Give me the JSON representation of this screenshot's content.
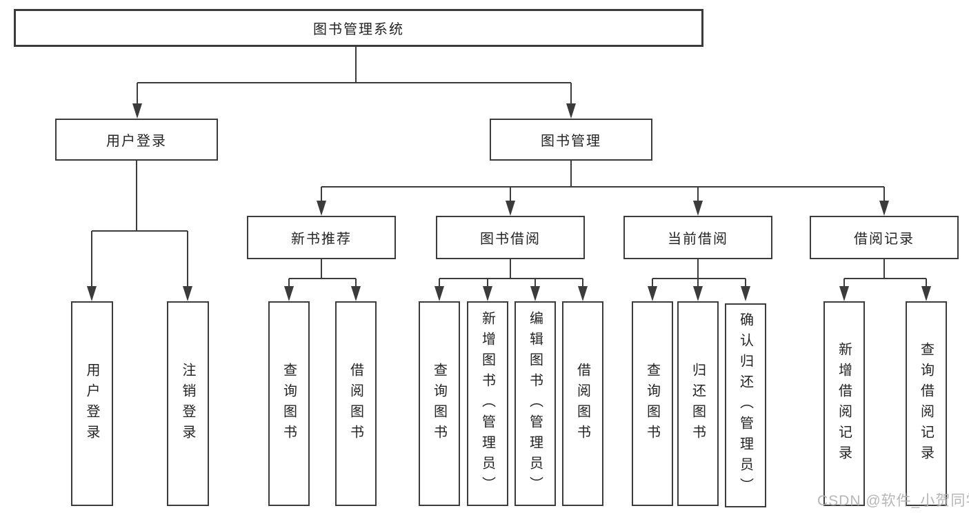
{
  "colors": {
    "line": "#3b3b3b",
    "box_border": "#3b3b3b",
    "box_fill": "#ffffff",
    "text": "#242424",
    "watermark": "#b3b3b3",
    "background": "#ffffff"
  },
  "watermark": "CSDN @软件_小贺同学",
  "diagram": {
    "root": {
      "label": "图书管理系统",
      "children": [
        {
          "label": "用户登录",
          "children": [
            {
              "label": "用户登录"
            },
            {
              "label": "注销登录"
            }
          ]
        },
        {
          "label": "图书管理",
          "children": [
            {
              "label": "新书推荐",
              "children": [
                {
                  "label": "查询图书"
                },
                {
                  "label": "借阅图书"
                }
              ]
            },
            {
              "label": "图书借阅",
              "children": [
                {
                  "label": "查询图书"
                },
                {
                  "label": "新增图书（管理员）"
                },
                {
                  "label": "编辑图书（管理员）"
                },
                {
                  "label": "借阅图书"
                }
              ]
            },
            {
              "label": "当前借阅",
              "children": [
                {
                  "label": "查询图书"
                },
                {
                  "label": "归还图书"
                },
                {
                  "label": "确认归还（管理员）"
                }
              ]
            },
            {
              "label": "借阅记录",
              "children": [
                {
                  "label": "新增借阅记录"
                },
                {
                  "label": "查询借阅记录"
                }
              ]
            }
          ]
        }
      ]
    }
  }
}
